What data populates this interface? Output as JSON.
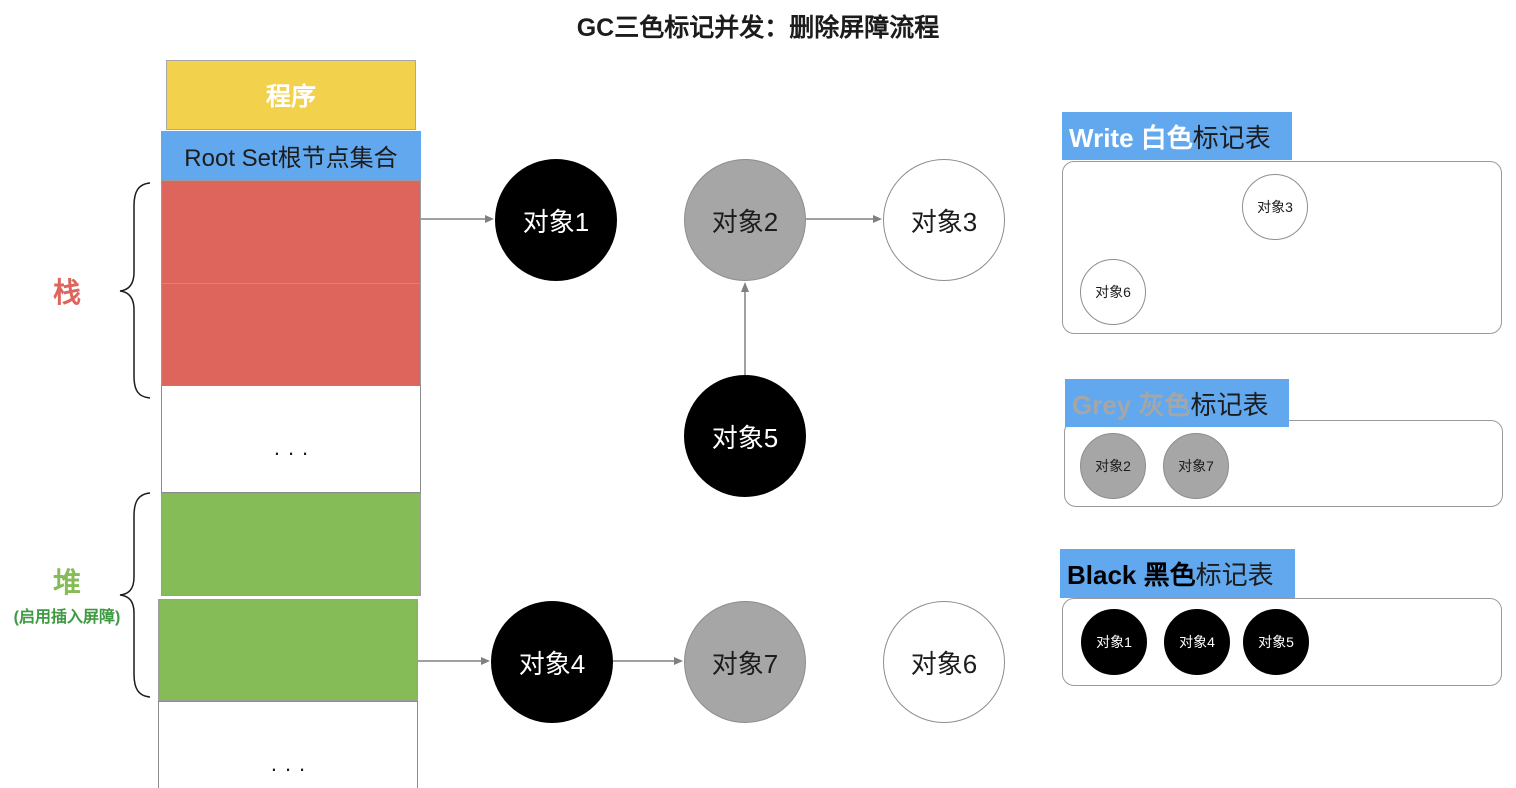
{
  "title": "GC三色标记并发：删除屏障流程",
  "colors": {
    "program": "#F2D24D",
    "root_set": "#62A8EF",
    "stack_frame": "#DE655B",
    "heap_object": "#86BC57",
    "heap_note": "#3E9A40",
    "edge": "#808080",
    "table_header": "#62A8EF",
    "text_dark": "#1C1C1C"
  },
  "program": {
    "label": "程序"
  },
  "root_set": {
    "label": "Root Set根节点集合"
  },
  "stack": {
    "label": "栈",
    "ellipsis": "..."
  },
  "heap": {
    "label": "堆",
    "note": "(启用插入屏障)",
    "ellipsis": "..."
  },
  "graph": {
    "nodes": [
      {
        "label": "对象1",
        "fill": "#000000",
        "text": "#FFFFFF",
        "stroke": "#000000"
      },
      {
        "label": "对象2",
        "fill": "#A6A6A6",
        "text": "#1C1C1C",
        "stroke": "#8E8E8E"
      },
      {
        "label": "对象3",
        "fill": "#FFFFFF",
        "text": "#1C1C1C",
        "stroke": "#8E8E8E"
      },
      {
        "label": "对象5",
        "fill": "#000000",
        "text": "#FFFFFF",
        "stroke": "#000000"
      },
      {
        "label": "对象4",
        "fill": "#000000",
        "text": "#FFFFFF",
        "stroke": "#000000"
      },
      {
        "label": "对象7",
        "fill": "#A6A6A6",
        "text": "#1C1C1C",
        "stroke": "#8E8E8E"
      },
      {
        "label": "对象6",
        "fill": "#FFFFFF",
        "text": "#1C1C1C",
        "stroke": "#8E8E8E"
      }
    ]
  },
  "tables": [
    {
      "name": "Write 白色",
      "suffix": "标记表",
      "name_color": "#FFFFFF",
      "items": [
        {
          "label": "对象3",
          "fill": "#FFFFFF",
          "text": "#1C1C1C",
          "stroke": "#8E8E8E"
        },
        {
          "label": "对象6",
          "fill": "#FFFFFF",
          "text": "#1C1C1C",
          "stroke": "#8E8E8E"
        }
      ]
    },
    {
      "name": "Grey 灰色",
      "suffix": "标记表",
      "name_color": "#A6A6A6",
      "items": [
        {
          "label": "对象2",
          "fill": "#A6A6A6",
          "text": "#1C1C1C",
          "stroke": "#8E8E8E"
        },
        {
          "label": "对象7",
          "fill": "#A6A6A6",
          "text": "#1C1C1C",
          "stroke": "#8E8E8E"
        }
      ]
    },
    {
      "name": "Black 黑色",
      "suffix": "标记表",
      "name_color": "#000000",
      "items": [
        {
          "label": "对象1",
          "fill": "#000000",
          "text": "#FFFFFF",
          "stroke": "#000000"
        },
        {
          "label": "对象4",
          "fill": "#000000",
          "text": "#FFFFFF",
          "stroke": "#000000"
        },
        {
          "label": "对象5",
          "fill": "#000000",
          "text": "#FFFFFF",
          "stroke": "#000000"
        }
      ]
    }
  ]
}
